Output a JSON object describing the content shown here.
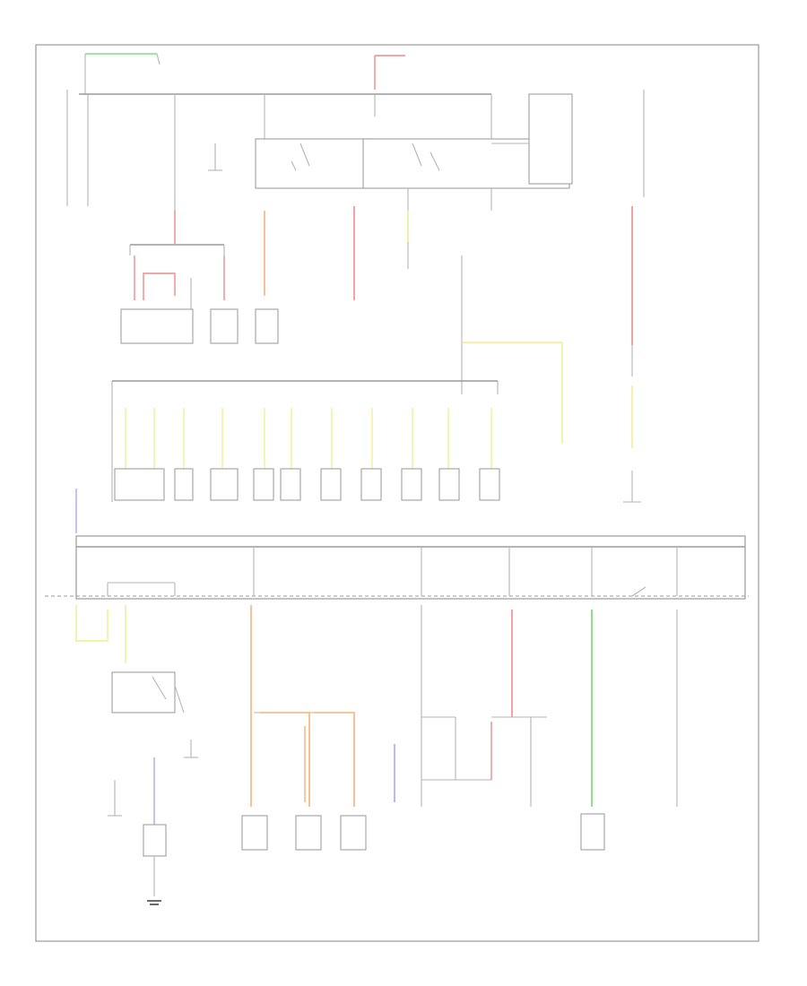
{
  "diagram": {
    "title": "",
    "corner_label": "",
    "colors": {
      "frame": "#9a9a9a",
      "wire_default": "#b5b5b5",
      "wire_green": "#7de07d",
      "wire_red": "#f08a8a",
      "wire_orange": "#f5b37a",
      "wire_yellow": "#f0ee8a",
      "wire_blue": "#a9a9f2"
    },
    "components": [
      {
        "id": "fuse-relay-box-left",
        "label": ""
      },
      {
        "id": "ecm-relay",
        "label": ""
      },
      {
        "id": "fuel-pump",
        "label": ""
      },
      {
        "id": "fan",
        "label": ""
      },
      {
        "id": "ignition-switch",
        "label": ""
      },
      {
        "id": "injector-1",
        "label": ""
      },
      {
        "id": "injector-2",
        "label": ""
      },
      {
        "id": "injector-3",
        "label": ""
      },
      {
        "id": "injector-4",
        "label": ""
      },
      {
        "id": "injector-5",
        "label": ""
      },
      {
        "id": "injector-6",
        "label": ""
      },
      {
        "id": "igniter",
        "label": ""
      },
      {
        "id": "power-relay",
        "label": ""
      },
      {
        "id": "connector-1",
        "label": ""
      },
      {
        "id": "connector-2",
        "label": ""
      },
      {
        "id": "connector-3",
        "label": ""
      },
      {
        "id": "ground-point",
        "label": ""
      }
    ]
  }
}
